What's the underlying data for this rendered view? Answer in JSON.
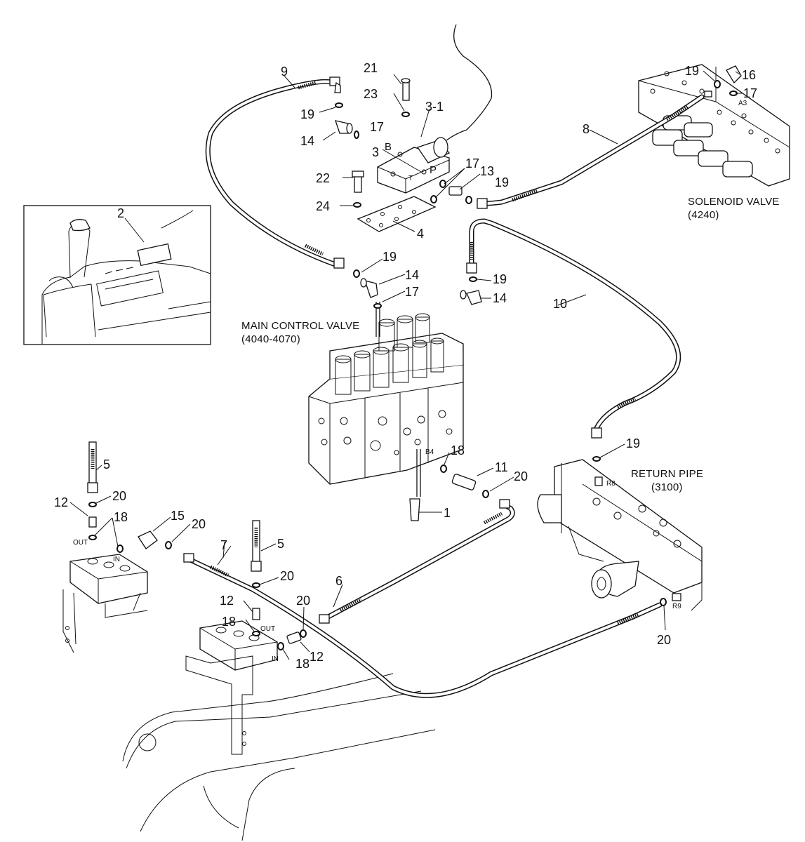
{
  "callouts": {
    "c1": "1",
    "c2": "2",
    "c3": "3",
    "c3_1": "3-1",
    "c4": "4",
    "c5a": "5",
    "c5b": "5",
    "c6": "6",
    "c7": "7",
    "c8": "8",
    "c9": "9",
    "c10": "10",
    "c11": "11",
    "c12a": "12",
    "c12b": "12",
    "c12c": "12",
    "c13": "13",
    "c14a": "14",
    "c14b": "14",
    "c14c": "14",
    "c15": "15",
    "c16": "16",
    "c17a": "17",
    "c17b": "17",
    "c17c": "17",
    "c17d": "17",
    "c18a": "18",
    "c18b": "18",
    "c18c": "18",
    "c18d": "18",
    "c19a": "19",
    "c19b": "19",
    "c19c": "19",
    "c19d": "19",
    "c19e": "19",
    "c20a": "20",
    "c20b": "20",
    "c20c": "20",
    "c20d": "20",
    "c20e": "20",
    "c20f": "20",
    "c21": "21",
    "c22": "22",
    "c23": "23",
    "c24": "24"
  },
  "labels": {
    "main_control_valve": "MAIN CONTROL VALVE",
    "main_control_valve_ref": "(4040-4070)",
    "solenoid_valve": "SOLENOID VALVE",
    "solenoid_valve_ref": "(4240)",
    "return_pipe": "RETURN PIPE",
    "return_pipe_ref": "(3100)"
  },
  "ports": {
    "b": "B",
    "p": "P",
    "t": "T",
    "a3": "A3",
    "b4": "B4",
    "r8": "R8",
    "r9": "R9",
    "out1": "OUT",
    "in1": "IN",
    "out2": "OUT",
    "in2": "IN"
  }
}
